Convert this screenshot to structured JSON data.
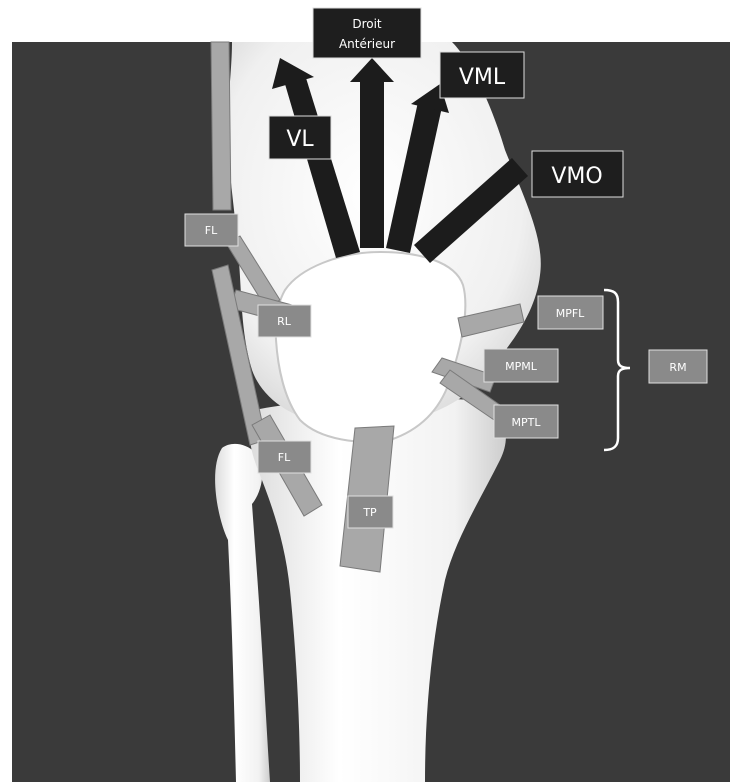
{
  "colors": {
    "background": "#3a3a3a",
    "bone": "#f4f4f4",
    "bone_shadow": "#d2d2d2",
    "arrow": "#1c1c1c",
    "label_dark": "#1e1e1e",
    "label_grey": "#8a8a8a",
    "ligament": "#a8a8a8",
    "bracket": "#ffffff"
  },
  "labels": {
    "droit_line1": "Droit",
    "droit_line2": "Antérieur",
    "vl": "VL",
    "vml": "VML",
    "vmo": "VMO",
    "fl_top": "FL",
    "rl": "RL",
    "fl_bottom": "FL",
    "tp": "TP",
    "mpfl": "MPFL",
    "mpml": "MPML",
    "mptl": "MPTL",
    "rm": "RM"
  }
}
